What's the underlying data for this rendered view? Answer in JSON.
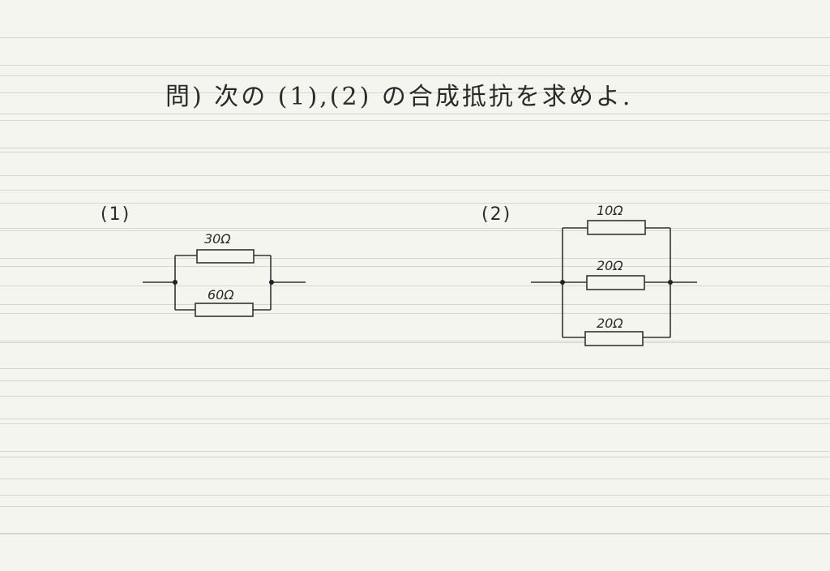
{
  "title": "問) 次の (1),(2) の合成抵抗を求めよ.",
  "problem1": {
    "label": "(1)",
    "resistors": [
      {
        "value": "30Ω"
      },
      {
        "value": "60Ω"
      }
    ]
  },
  "problem2": {
    "label": "(2)",
    "resistors": [
      {
        "value": "10Ω"
      },
      {
        "value": "20Ω"
      },
      {
        "value": "20Ω"
      }
    ]
  }
}
